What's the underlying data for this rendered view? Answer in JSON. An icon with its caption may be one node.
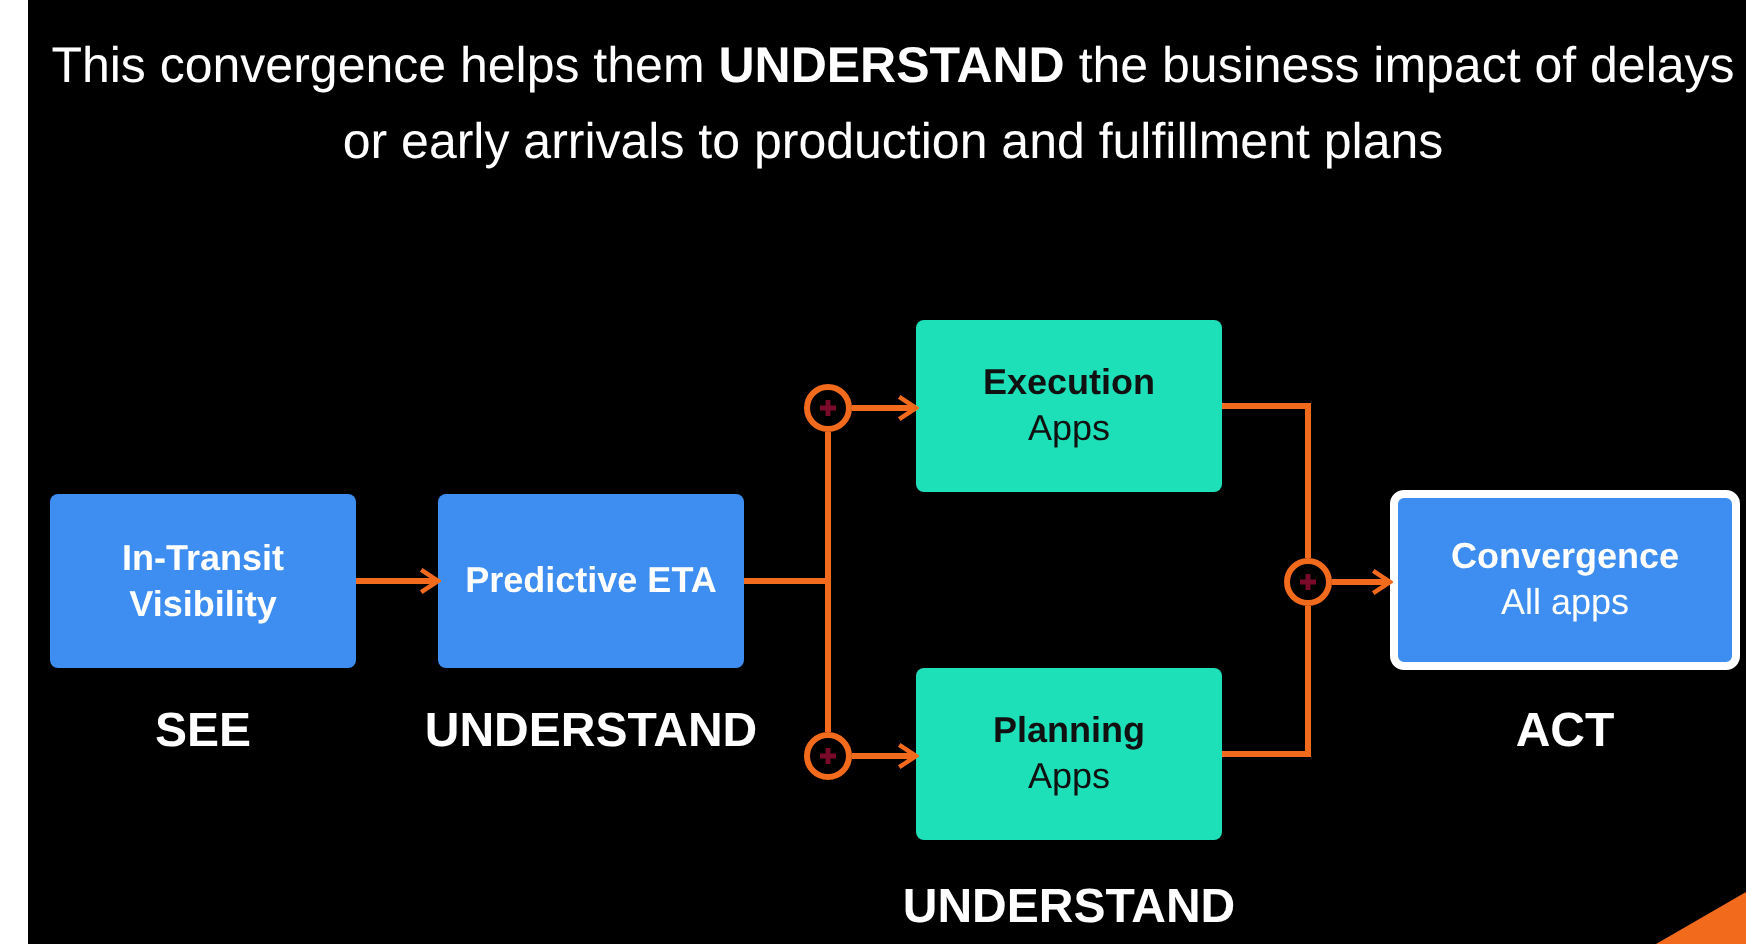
{
  "diagram": {
    "title": "This convergence helps them **UNDERSTAND** the business impact of delays or early arrivals to production and fulfillment plans",
    "nodes": [
      {
        "text": [
          "In-Transit Visibility"
        ],
        "beside": [
          "SEE"
        ]
      },
      {
        "text": [
          "Predictive ETA"
        ],
        "beside": [
          "UNDERSTAND"
        ]
      },
      {
        "text": [],
        "shape": "circle"
      },
      {
        "text": [
          "Execution",
          "Apps"
        ]
      },
      {
        "text": [],
        "shape": "circle"
      },
      {
        "text": [
          "Planning",
          "Apps"
        ],
        "beside": [
          "UNDERSTAND"
        ]
      },
      {
        "text": [],
        "shape": "circle"
      },
      {
        "text": [
          "Convergence",
          "All apps"
        ],
        "beside": [
          "ACT"
        ]
      }
    ],
    "edges": [
      {
        "from": 0,
        "to": 1,
        "arrow": "to"
      },
      {
        "from": 1,
        "to": 2,
        "arrow": "none"
      },
      {
        "from": 1,
        "to": 4,
        "arrow": "none"
      },
      {
        "from": 2,
        "to": 3,
        "arrow": "to"
      },
      {
        "from": 4,
        "to": 5,
        "arrow": "to"
      },
      {
        "from": 3,
        "to": 6,
        "arrow": "none"
      },
      {
        "from": 5,
        "to": 6,
        "arrow": "none"
      },
      {
        "from": 6,
        "to": 7,
        "arrow": "to"
      }
    ]
  }
}
